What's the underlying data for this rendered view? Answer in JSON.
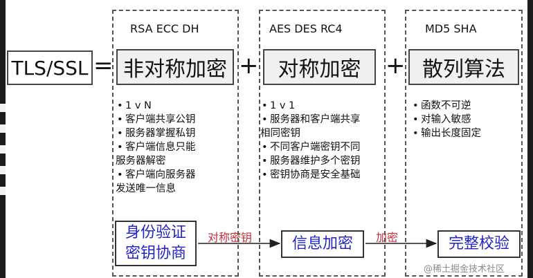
{
  "equation": {
    "lhs": "TLS/SSL",
    "equals": "=",
    "plus_1": "+",
    "plus_2": "+"
  },
  "columns": [
    {
      "algorithms": "RSA ECC DH",
      "title": "非对称加密",
      "bullets": [
        {
          "text": "1 v N",
          "cont": ""
        },
        {
          "text": "客户端共享公钥",
          "cont": ""
        },
        {
          "text": "服务器掌握私钥",
          "cont": ""
        },
        {
          "text": "客户端信息只能",
          "cont": "服务器解密"
        },
        {
          "text": "客户端向服务器",
          "cont": "发送唯一信息"
        }
      ],
      "result_line1": "身份验证",
      "result_line2": "密钥协商"
    },
    {
      "algorithms": "AES DES RC4",
      "title": "对称加密",
      "bullets": [
        {
          "text": "1 v 1",
          "cont": ""
        },
        {
          "text": "服务器和客户端共享",
          "cont": "相同密钥"
        },
        {
          "text": "不同客户端密钥不同",
          "cont": ""
        },
        {
          "text": "服务器维护多个密钥",
          "cont": ""
        },
        {
          "text": "密钥协商是安全基础",
          "cont": ""
        }
      ],
      "result_line1": "信息加密"
    },
    {
      "algorithms": "MD5 SHA",
      "title": "散列算法",
      "bullets": [
        {
          "text": "函数不可逆",
          "cont": ""
        },
        {
          "text": "对输入敏感",
          "cont": ""
        },
        {
          "text": "输出长度固定",
          "cont": ""
        }
      ],
      "result_line1": "完整校验"
    }
  ],
  "arrows": {
    "label_1": "对称密钥",
    "label_2": "加密"
  },
  "watermark": "@稀土掘金技术社区",
  "colors": {
    "result_text": "#2323c8",
    "arrow_label": "#c0303a",
    "border": "#444444"
  }
}
